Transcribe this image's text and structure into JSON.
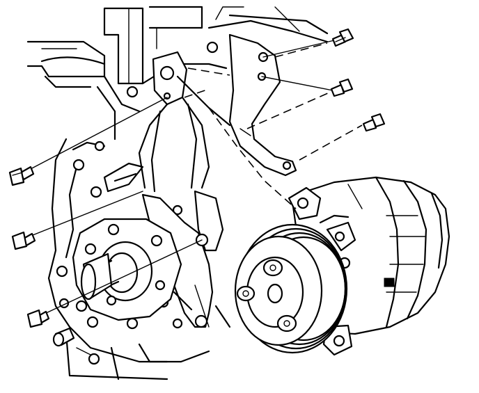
{
  "diagram": {
    "components": [
      {
        "id": "engine-block",
        "icon": "engine-block-line-art"
      },
      {
        "id": "compressor-mounting-bracket",
        "icon": "bracket-line-art"
      },
      {
        "id": "ac-compressor",
        "icon": "compressor-line-art"
      },
      {
        "id": "compressor-pulley",
        "icon": "pulley-line-art"
      },
      {
        "id": "water-pump",
        "icon": "pump-line-art"
      }
    ],
    "fasteners": [
      {
        "id": "bolt-upper-right-1",
        "icon": "bolt-icon"
      },
      {
        "id": "bolt-upper-right-2",
        "icon": "bolt-icon"
      },
      {
        "id": "bolt-upper-right-3",
        "icon": "bolt-icon"
      },
      {
        "id": "bolt-left-1",
        "icon": "bolt-icon"
      },
      {
        "id": "bolt-left-2",
        "icon": "bolt-icon"
      },
      {
        "id": "bolt-left-3",
        "icon": "bolt-icon"
      }
    ],
    "colors": {
      "line": "#000000",
      "background": "#ffffff"
    }
  }
}
